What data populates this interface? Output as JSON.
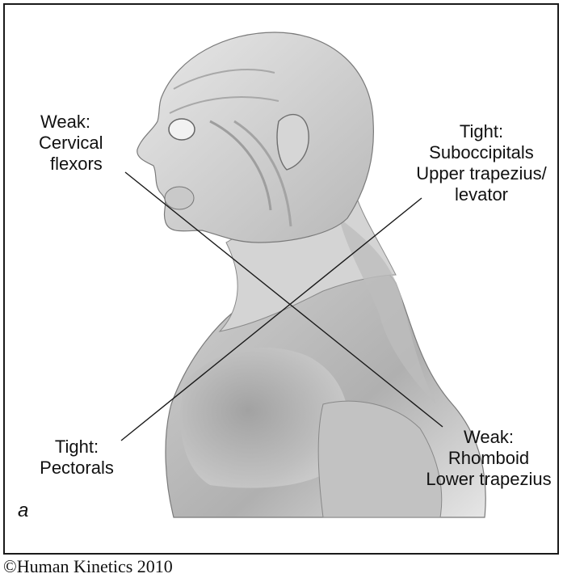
{
  "labels": {
    "weak_cervical": {
      "l1": "Weak:",
      "l2": "Cervical",
      "l3": "flexors"
    },
    "tight_suboccipitals": {
      "l1": "Tight:",
      "l2": "Suboccipitals",
      "l3": "Upper trapezius/",
      "l4": "levator"
    },
    "tight_pectorals": {
      "l1": "Tight:",
      "l2": "Pectorals"
    },
    "weak_rhomboid": {
      "l1": "Weak:",
      "l2": "Rhomboid",
      "l3": "Lower trapezius"
    }
  },
  "panel_label": "a",
  "copyright": "©Human Kinetics 2010",
  "colors": {
    "skin_light": "#e6e6e6",
    "skin_mid": "#c4c4c4",
    "skin_dark": "#8a8a8a",
    "line": "#1a1a1a"
  }
}
